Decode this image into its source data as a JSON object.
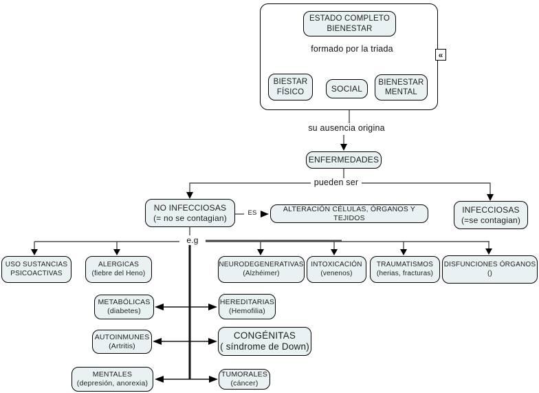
{
  "diagram": {
    "description": "Concept map about complete state of wellbeing and diseases (Spanish)",
    "colors": {
      "node_fill": "#e9f1f3",
      "node_border": "#000000",
      "wire": "#4a4a4a",
      "text": "#1c1c1c"
    },
    "nodes": {
      "estado": "ESTADO COMPLETO\nBIENESTAR",
      "biestar_fisico": "BIESTAR\nFÍSICO",
      "social": "SOCIAL",
      "bienestar_mental": "BIENESTAR\nMENTAL",
      "enfermedades": "ENFERMEDADES",
      "no_infecciosas": "NO INFECCIOSAS\n(= no se contagian)",
      "alteracion": "ALTERACIÓN CÉLULAS, ÓRGANOS Y TEJIDOS",
      "infecciosas": "INFECCIOSAS\n(=se contagian)",
      "uso_sustancias": "USO SUSTANCIAS\nPSICOACTIVAS",
      "alergicas": "ALERGICAS\n(fiebre del Heno)",
      "neurodegenerativas": "NEURODEGENERATIVAS\n(Alzhéimer)",
      "intoxicacion": "INTOXICACIÓN\n(venenos)",
      "traumatismos": "TRAUMATISMOS\n(herias, fracturas)",
      "disfunciones": "DISFUNCIONES ÓRGANOS\n()",
      "metabolicas": "METABÓLICAS\n(diabetes)",
      "hereditarias": "HEREDITARIAS\n(Hemofilia)",
      "autoinmunes": "AUTOINMUNES\n(Artritis)",
      "congenitas": "CONGÉNITAS\n( síndrome de Down)",
      "mentales": "MENTALES\n(depresión, anorexia)",
      "tumorales": "TUMORALES\n(cáncer)"
    },
    "links": {
      "formado": "formado por la triada",
      "ausencia": "su ausencia origina",
      "pueden_ser": "pueden ser",
      "es": "ES",
      "eg": "e.g"
    },
    "collapse_icon": "«"
  }
}
